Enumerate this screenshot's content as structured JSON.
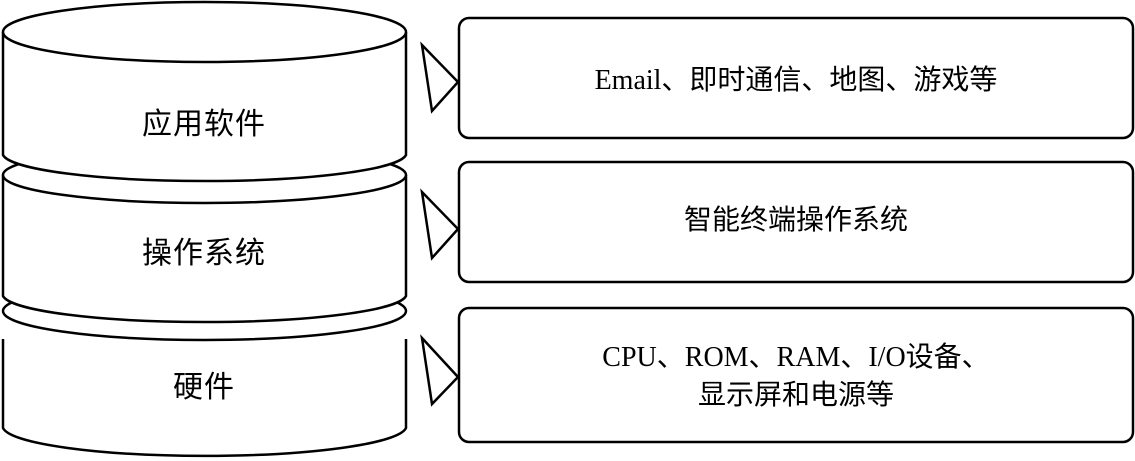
{
  "diagram": {
    "title": "",
    "layers": [
      {
        "name": "应用软件",
        "description": [
          "Email、即时通信、地图、游戏等"
        ]
      },
      {
        "name": "操作系统",
        "description": [
          "智能终端操作系统"
        ]
      },
      {
        "name": "硬件",
        "description": [
          "CPU、ROM、RAM、I/O设备、",
          "显示屏和电源等"
        ]
      }
    ],
    "colors": {
      "stroke": "#000000",
      "fill": "#ffffff",
      "text": "#000000"
    }
  }
}
